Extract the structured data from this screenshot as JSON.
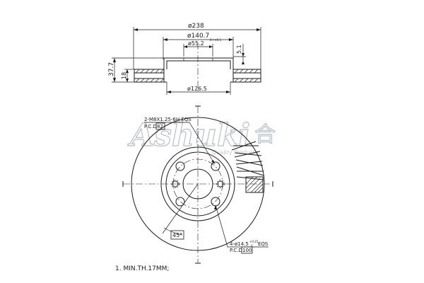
{
  "dimensions": {
    "outer_diameter": "ø238",
    "hat_diameter": "ø140.7",
    "center_bore": "ø55.2",
    "center_bore_tol": "0 / +0.1",
    "hat_depth": "5.1",
    "total_height": "37.7",
    "disc_thickness": "18",
    "inner_diameter": "ø126.5"
  },
  "callouts": {
    "thread_spec": "2-M8X1.25-6H EQS",
    "thread_pcd_prefix": "P.C.D",
    "thread_pcd_value": "82",
    "hole_spec_prefix": "4-ø14.5",
    "hole_spec_tol_upper": "+0.25",
    "hole_spec_tol_lower": "0",
    "hole_spec_suffix": "EQS",
    "hole_pcd_prefix": "P.C.D",
    "hole_pcd_value": "100",
    "angle": "45°"
  },
  "note": "1. MIN.TH.17MM;",
  "watermark": {
    "brand": "Ashuki",
    "brand_glyph": "合",
    "sub": "Quality Products"
  }
}
